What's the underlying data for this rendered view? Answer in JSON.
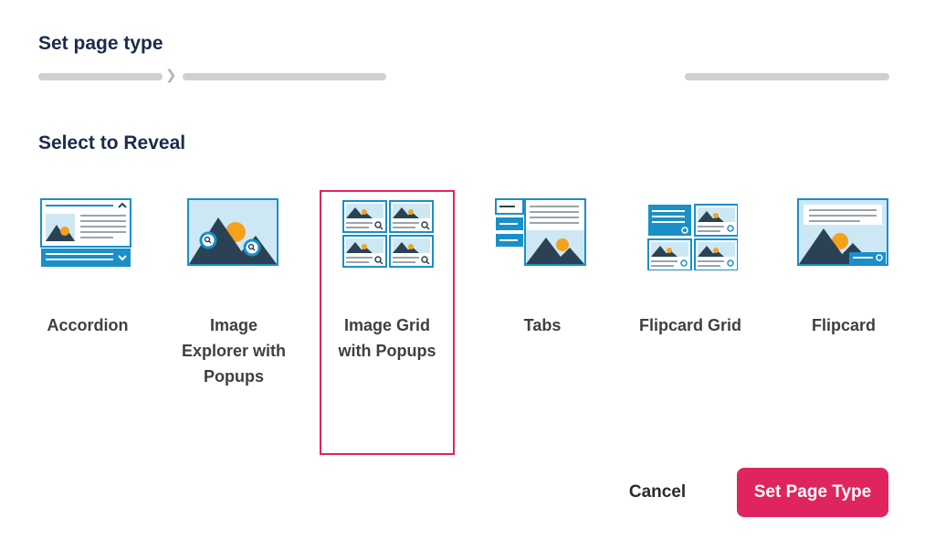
{
  "dialog": {
    "title": "Set page type"
  },
  "section": {
    "title": "Select to Reveal"
  },
  "options": [
    {
      "label": "Accordion",
      "icon": "accordion-icon"
    },
    {
      "label": "Image Explorer with Popups",
      "icon": "image-explorer-icon"
    },
    {
      "label": "Image Grid with Popups",
      "icon": "image-grid-icon",
      "selected": true
    },
    {
      "label": "Tabs",
      "icon": "tabs-icon"
    },
    {
      "label": "Flipcard Grid",
      "icon": "flipcard-grid-icon"
    },
    {
      "label": "Flipcard",
      "icon": "flipcard-icon"
    }
  ],
  "buttons": {
    "cancel": "Cancel",
    "confirm": "Set Page Type"
  },
  "colors": {
    "accent": "#e0245e",
    "icon_blue": "#1a8fc8",
    "icon_light": "#cde8f4",
    "icon_dark": "#2b4254",
    "icon_orange": "#f4a21c",
    "heading": "#1d2a4d"
  }
}
